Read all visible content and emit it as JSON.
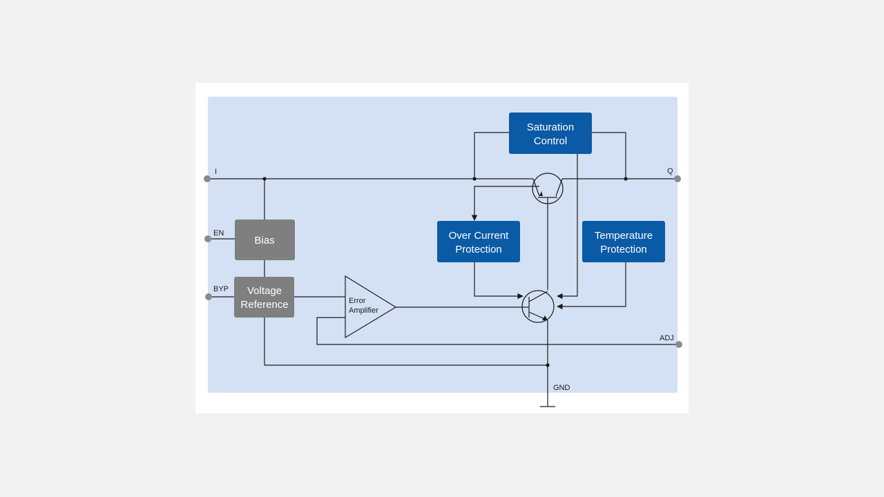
{
  "pins": {
    "i": "I",
    "q": "Q",
    "en": "EN",
    "byp": "BYP",
    "adj": "ADJ",
    "gnd": "GND"
  },
  "blocks": {
    "saturation_control": [
      "Saturation",
      "Control"
    ],
    "over_current_protection": [
      "Over Current",
      "Protection"
    ],
    "temperature_protection": [
      "Temperature",
      "Protection"
    ],
    "bias": [
      "Bias"
    ],
    "voltage_reference": [
      "Voltage",
      "Reference"
    ],
    "error_amplifier": [
      "Error",
      "Amplifier"
    ]
  },
  "colors": {
    "blue_block": "#0a5aa5",
    "gray_block": "#7f7f7f",
    "panel": "#d4e1f4"
  }
}
